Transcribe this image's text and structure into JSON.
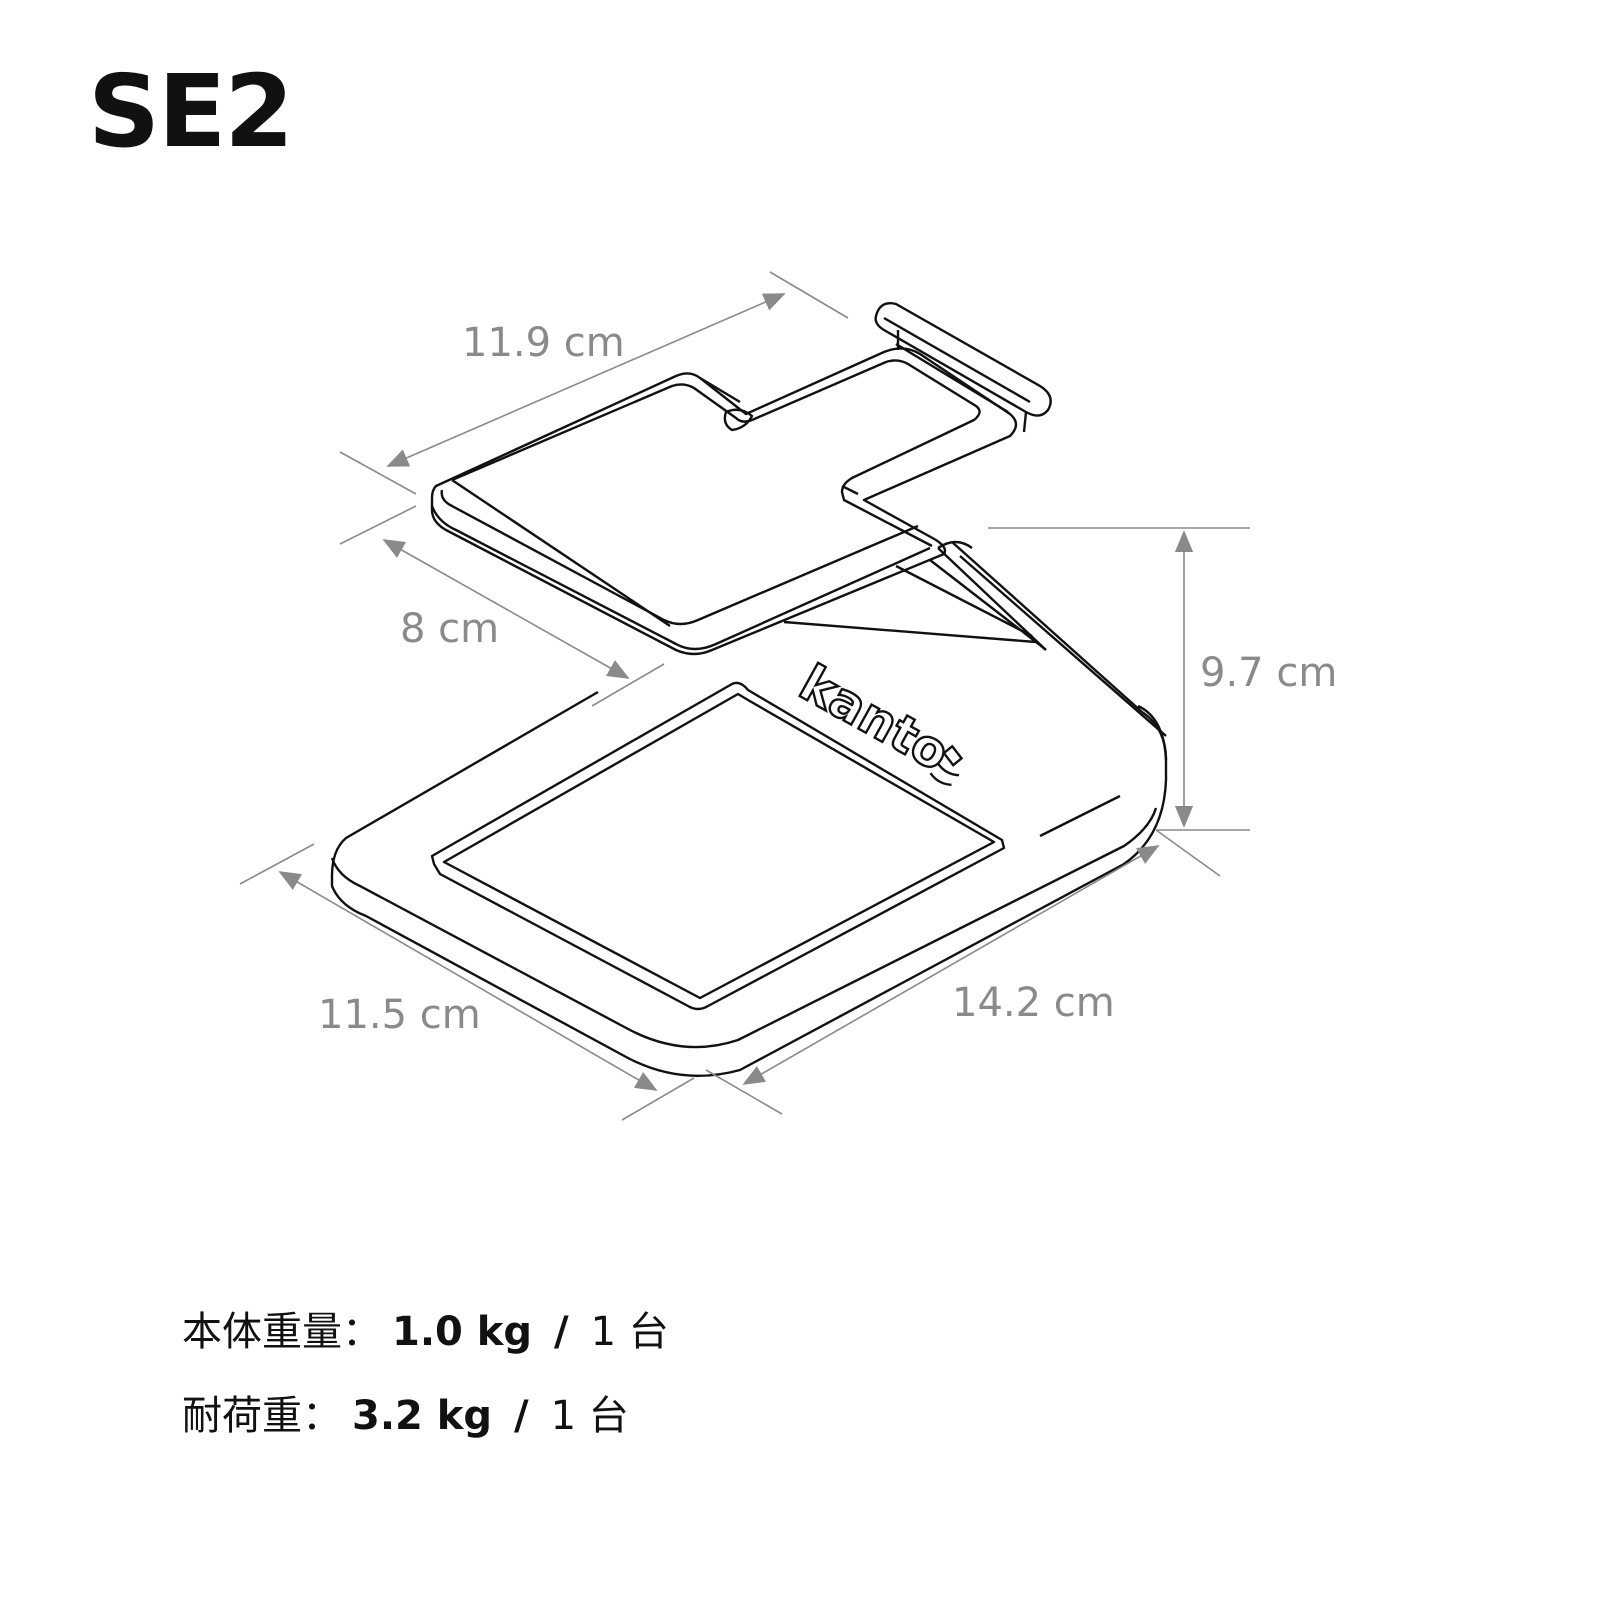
{
  "title": "SE2",
  "dimensions": {
    "top_width": "11.9 cm",
    "top_depth": "8 cm",
    "height": "9.7 cm",
    "base_depth": "11.5 cm",
    "base_width": "14.2 cm"
  },
  "logo": {
    "text": "kanto"
  },
  "specs": {
    "weight": {
      "label": "本体重量：",
      "value": "1.0 kg",
      "separator": "/",
      "unit": "1 台"
    },
    "load": {
      "label": "耐荷重：",
      "value": "3.2 kg",
      "separator": "/",
      "unit": "1 台"
    }
  },
  "colors": {
    "line": "#111111",
    "dimension": "#8a8a8a",
    "background": "#ffffff"
  }
}
